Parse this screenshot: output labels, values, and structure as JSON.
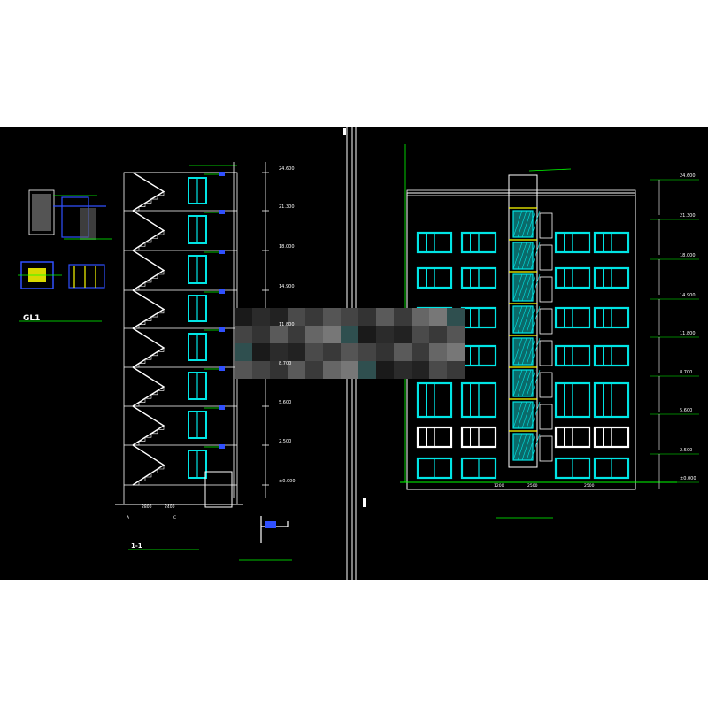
{
  "titles": {
    "detail_small": "GL1",
    "section": "1-1",
    "section_sub": "",
    "stair_detail": "",
    "elevation": "",
    "elevation_sub": ""
  },
  "levels_left": [
    "24.600",
    "21.300",
    "18.000",
    "14.900",
    "11.800",
    "8.700",
    "5.600",
    "2.500",
    "±0.000"
  ],
  "levels_right": [
    "24.600",
    "21.300",
    "18.000",
    "14.900",
    "11.800",
    "8.700",
    "5.600",
    "2.500",
    "±0.000"
  ],
  "dims_bottom_left": [
    "2800",
    "2400"
  ],
  "dims_bottom_right": [
    "1200",
    "2500",
    "2500"
  ],
  "axes": [
    "A",
    "C"
  ],
  "colors": {
    "background": "#000000",
    "line_white": "#ffffff",
    "window_cyan": "#00e5e5",
    "green": "#00ff00",
    "yellow": "#ffff00",
    "blue": "#3050ff"
  }
}
